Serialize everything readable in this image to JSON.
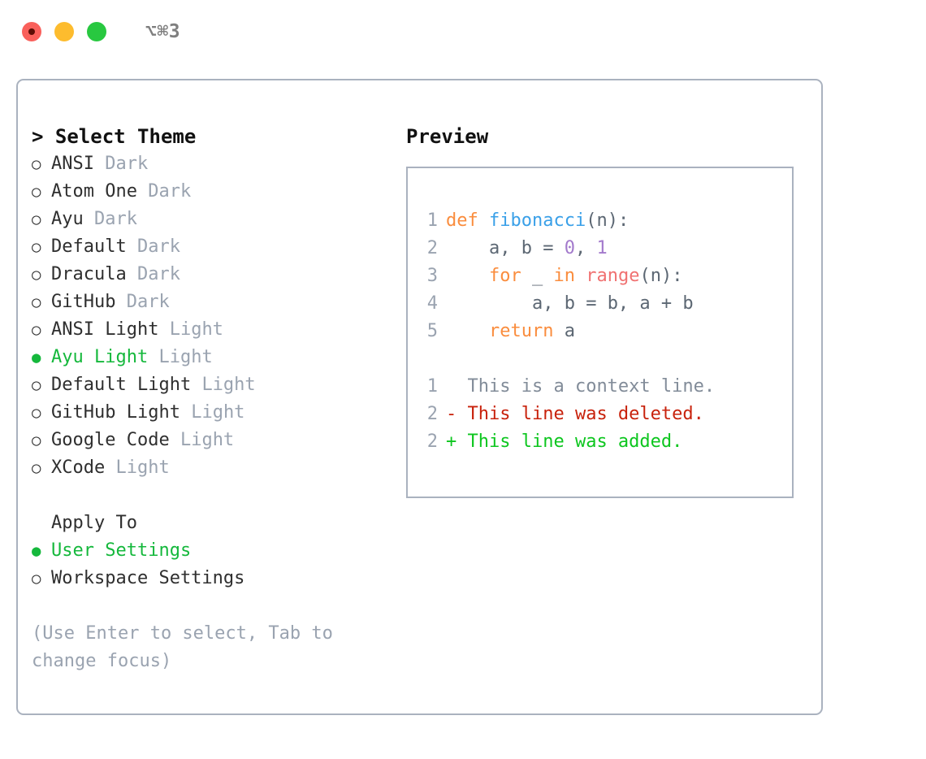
{
  "titlebar": {
    "traffic_lights": [
      {
        "name": "close",
        "color": "#f9605b",
        "recording": true
      },
      {
        "name": "minimize",
        "color": "#fdbc2e",
        "recording": false
      },
      {
        "name": "zoom",
        "color": "#28c840",
        "recording": false
      }
    ],
    "shortcut": "⌥⌘3"
  },
  "left": {
    "heading": "> Select Theme",
    "themes": [
      {
        "marker": "○",
        "name": "ANSI",
        "kind": "Dark",
        "selected": false
      },
      {
        "marker": "○",
        "name": "Atom One",
        "kind": "Dark",
        "selected": false
      },
      {
        "marker": "○",
        "name": "Ayu",
        "kind": "Dark",
        "selected": false
      },
      {
        "marker": "○",
        "name": "Default",
        "kind": "Dark",
        "selected": false
      },
      {
        "marker": "○",
        "name": "Dracula",
        "kind": "Dark",
        "selected": false
      },
      {
        "marker": "○",
        "name": "GitHub",
        "kind": "Dark",
        "selected": false
      },
      {
        "marker": "○",
        "name": "ANSI Light",
        "kind": "Light",
        "selected": false
      },
      {
        "marker": "●",
        "name": "Ayu Light",
        "kind": "Light",
        "selected": true
      },
      {
        "marker": "○",
        "name": "Default Light",
        "kind": "Light",
        "selected": false
      },
      {
        "marker": "○",
        "name": "GitHub Light",
        "kind": "Light",
        "selected": false
      },
      {
        "marker": "○",
        "name": "Google Code",
        "kind": "Light",
        "selected": false
      },
      {
        "marker": "○",
        "name": "XCode",
        "kind": "Light",
        "selected": false
      }
    ],
    "apply_to_heading": "Apply To",
    "apply_to": [
      {
        "marker": "●",
        "name": "User Settings",
        "selected": true
      },
      {
        "marker": "○",
        "name": "Workspace Settings",
        "selected": false
      }
    ],
    "hint": "(Use Enter to select, Tab to change focus)"
  },
  "right": {
    "heading": "Preview",
    "code_lines": [
      {
        "no": "1",
        "tokens": [
          {
            "t": "def ",
            "c": "t-kw"
          },
          {
            "t": "fibonacci",
            "c": "t-fn"
          },
          {
            "t": "(n):",
            "c": "t-punc"
          }
        ]
      },
      {
        "no": "2",
        "tokens": [
          {
            "t": "    a, b ",
            "c": "t-id"
          },
          {
            "t": "= ",
            "c": "t-op"
          },
          {
            "t": "0",
            "c": "t-num"
          },
          {
            "t": ", ",
            "c": "t-punc"
          },
          {
            "t": "1",
            "c": "t-num"
          }
        ]
      },
      {
        "no": "3",
        "tokens": [
          {
            "t": "    for ",
            "c": "t-kw"
          },
          {
            "t": "_ ",
            "c": "t-id"
          },
          {
            "t": "in ",
            "c": "t-kw"
          },
          {
            "t": "range",
            "c": "t-call"
          },
          {
            "t": "(n):",
            "c": "t-punc"
          }
        ]
      },
      {
        "no": "4",
        "tokens": [
          {
            "t": "        a, b ",
            "c": "t-id"
          },
          {
            "t": "= ",
            "c": "t-op"
          },
          {
            "t": "b, a ",
            "c": "t-id"
          },
          {
            "t": "+ ",
            "c": "t-op"
          },
          {
            "t": "b",
            "c": "t-id"
          }
        ]
      },
      {
        "no": "5",
        "tokens": [
          {
            "t": "    return ",
            "c": "t-kw"
          },
          {
            "t": "a",
            "c": "t-id"
          }
        ]
      }
    ],
    "diff_lines": [
      {
        "no": "1",
        "prefix": "  ",
        "text": "This is a context line.",
        "kind": "d-ctx"
      },
      {
        "no": "2",
        "prefix": "- ",
        "text": "This line was deleted.",
        "kind": "d-del"
      },
      {
        "no": "2",
        "prefix": "+ ",
        "text": "This line was added.",
        "kind": "d-add"
      }
    ]
  },
  "colors": {
    "selected_green": "#15b83c",
    "muted_gray": "#9aa3b0",
    "border": "#aab2bf",
    "keyword_orange": "#fa8d3e",
    "function_blue": "#3aa0e8",
    "call_salmon": "#f07171",
    "number_purple": "#a37acc",
    "diff_deleted": "#c8220c",
    "diff_added": "#0dc61f"
  }
}
